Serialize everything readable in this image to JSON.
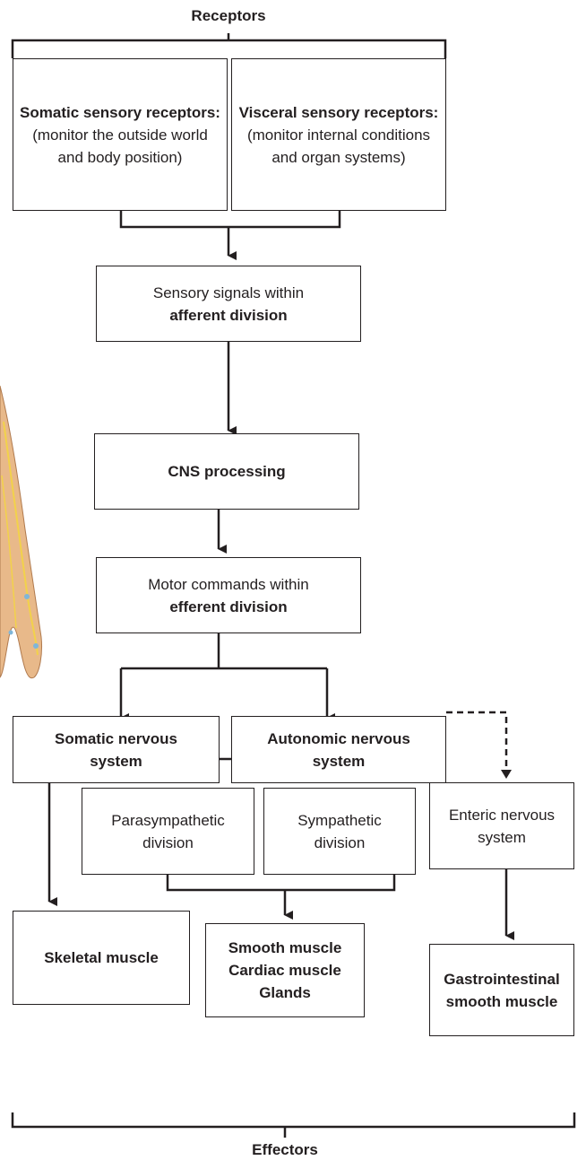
{
  "top_label": "Receptors",
  "bottom_label": "Effectors",
  "somatic_sensory": {
    "title": "Somatic sensory receptors:",
    "desc": " (monitor the outside world and body position)"
  },
  "visceral_sensory": {
    "title": "Visceral sensory receptors:",
    "desc": " (monitor internal conditions and organ systems)"
  },
  "afferent": {
    "line1": "Sensory signals within",
    "line2": "afferent division"
  },
  "cns": {
    "label": "CNS processing"
  },
  "efferent": {
    "line1": "Motor commands within",
    "line2": "efferent division"
  },
  "somatic_ns": {
    "line1": "Somatic nervous",
    "line2": "system"
  },
  "autonomic_ns": {
    "line1": "Autonomic nervous",
    "line2": "system"
  },
  "parasympathetic": {
    "line1": "Parasympathetic",
    "line2": "division"
  },
  "sympathetic": {
    "line1": "Sympathetic",
    "line2": "division"
  },
  "enteric": {
    "line1": "Enteric nervous",
    "line2": "system"
  },
  "skeletal": {
    "label": "Skeletal muscle"
  },
  "smooth_group": {
    "line1": "Smooth muscle",
    "line2": "Cardiac muscle",
    "line3": "Glands"
  },
  "gastro": {
    "line1": "Gastrointestinal",
    "line2": "smooth muscle"
  },
  "colors": {
    "line": "#231f20",
    "hand_skin": "#e8b98a",
    "hand_nerve": "#f2d24a"
  }
}
